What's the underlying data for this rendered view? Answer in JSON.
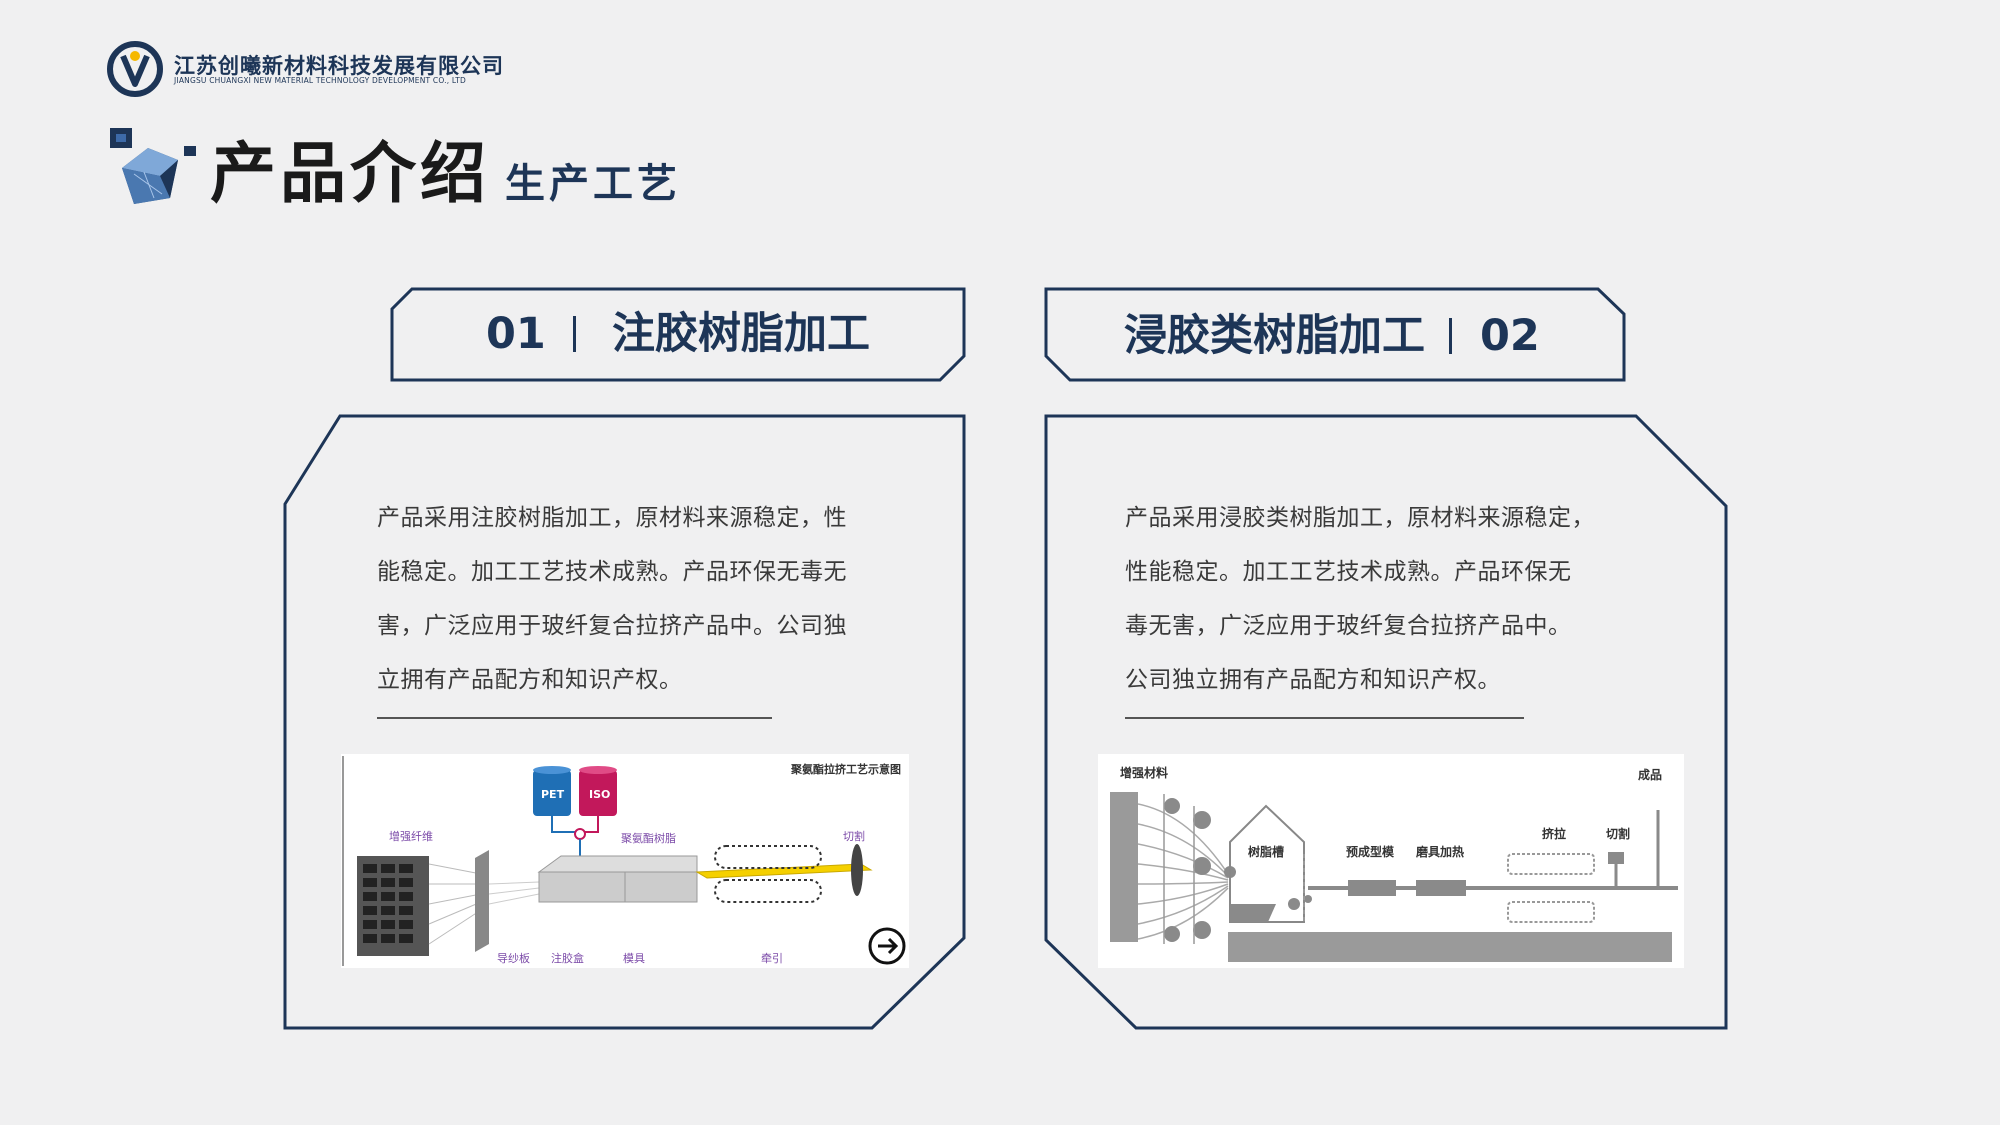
{
  "company": {
    "name_cn": "江苏创曦新材料科技发展有限公司",
    "name_en": "JIANGSU CHUANGXI NEW MATERIAL TECHNOLOGY DEVELOPMENT CO., LTD"
  },
  "page": {
    "title": "产品介绍",
    "subtitle": "生产工艺"
  },
  "left_card": {
    "number": "01",
    "label": "注胶树脂加工",
    "lines": [
      "产品采用注胶树脂加工，原材料来源稳定，性",
      "能稳定。加工工艺技术成熟。产品环保无毒无",
      "害，广泛应用于玻纤复合拉挤产品中。公司独",
      "立拥有产品配方和知识产权。"
    ],
    "diagram": {
      "title": "聚氨酯拉挤工艺示意图",
      "tank_pet": "PET",
      "tank_iso": "ISO",
      "fiber": "增强纤维",
      "resin": "聚氨酯树脂",
      "cut": "切割",
      "guide": "导纱板",
      "injection_box": "注胶盒",
      "mold": "模具",
      "pull": "牵引"
    }
  },
  "right_card": {
    "number": "02",
    "label": "浸胶类树脂加工",
    "lines": [
      "产品采用浸胶类树脂加工，原材料来源稳定，",
      "性能稳定。加工工艺技术成熟。产品环保无",
      "毒无害，广泛应用于玻纤复合拉挤产品中。",
      "公司独立拥有产品配方和知识产权。"
    ],
    "diagram": {
      "reinforce": "增强材料",
      "product": "成品",
      "resin_tank": "树脂槽",
      "preform": "预成型模",
      "mold_heat": "磨具加热",
      "pull": "挤拉",
      "cut": "切割"
    }
  },
  "colors": {
    "navy": "#1d3557",
    "accent_yellow": "#f5b800",
    "pet_blue": "#1f6fb5",
    "iso_red": "#c2185b"
  }
}
